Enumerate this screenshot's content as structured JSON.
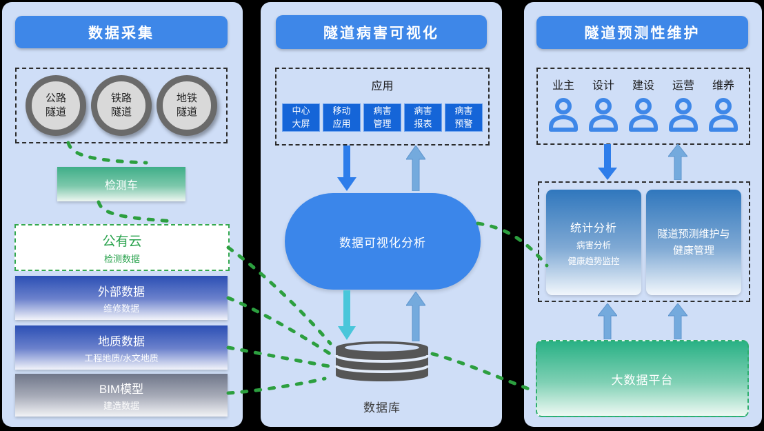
{
  "left": {
    "title": "数据采集",
    "tunnels": [
      [
        "公路",
        "隧道"
      ],
      [
        "铁路",
        "隧道"
      ],
      [
        "地铁",
        "隧道"
      ]
    ],
    "vehicle": "检测车",
    "cloud": {
      "title": "公有云",
      "subtitle": "检测数据"
    },
    "boxes": [
      {
        "title": "外部数据",
        "subtitle": "维修数据"
      },
      {
        "title": "地质数据",
        "subtitle": "工程地质/水文地质"
      },
      {
        "title": "BIM模型",
        "subtitle": "建造数据"
      }
    ]
  },
  "middle": {
    "title": "隧道病害可视化",
    "apps_label": "应用",
    "apps": [
      [
        "中心",
        "大屏"
      ],
      [
        "移动",
        "应用"
      ],
      [
        "病害",
        "管理"
      ],
      [
        "病害",
        "报表"
      ],
      [
        "病害",
        "预警"
      ]
    ],
    "pill": "数据可视化分析",
    "database": "数据库"
  },
  "right": {
    "title": "隧道预测性维护",
    "roles": [
      "业主",
      "设计",
      "建设",
      "运营",
      "维养"
    ],
    "stat": {
      "title": "统计分析",
      "lines": [
        "病害分析",
        "健康趋势监控"
      ]
    },
    "predict": "隧道预测维护与健康管理",
    "platform": "大数据平台"
  },
  "colors": {
    "panel_bg": "#cfdef7",
    "header_blue": "#3e87e8",
    "app_blue": "#1565d8",
    "pill_blue": "#3b86ea",
    "green": "#2c9f3f",
    "down_blue": "#2e7dea",
    "up_blue": "#74aadd",
    "cyan": "#49c6da",
    "db_gray": "#565656",
    "cloud_green": "#28a24c"
  }
}
